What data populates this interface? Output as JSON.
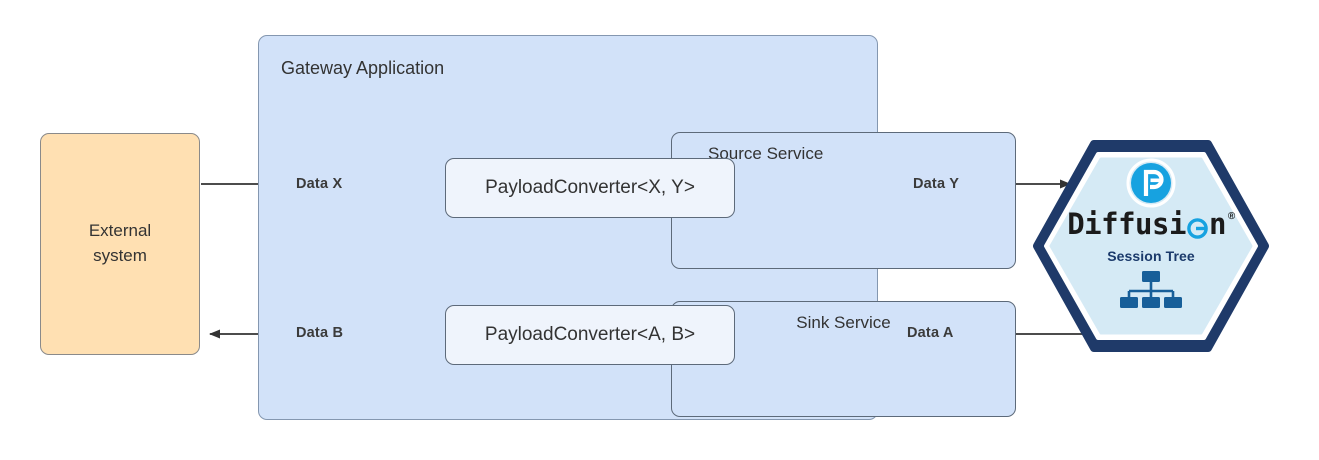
{
  "diagram": {
    "title": "Diffusion Gateway Application data flow",
    "colors": {
      "external_fill": "#ffe0b2",
      "external_stroke": "#8a8a8a",
      "gateway_fill": "#d2e2f9",
      "gateway_stroke": "#8497b0",
      "service_fill": "#d2e2f9",
      "service_stroke": "#5d6a7a",
      "converter_fill": "#eff4fc",
      "converter_stroke": "#5d6a7a",
      "hex_border": "#1f3a69",
      "hex_fill": "#d5eaf5",
      "diffusion_blue": "#17a2e0",
      "session_tree_blue": "#1b5f99",
      "edge_stroke": "#333333",
      "label_text": "#3b3b3b"
    }
  },
  "nodes": {
    "external_system": {
      "label_line1": "External",
      "label_line2": "system"
    },
    "gateway_application": {
      "title": "Gateway Application"
    },
    "source_service": {
      "title": "Source Service",
      "converter_label": "PayloadConverter<X, Y>"
    },
    "sink_service": {
      "title": "Sink Service",
      "converter_label": "PayloadConverter<A, B>"
    },
    "diffusion": {
      "wordmark_pre": "Diffusi",
      "wordmark_post": "n",
      "wordmark_registered": "®",
      "subtitle": "Session Tree",
      "logo_icon": "diffusion-p-icon",
      "tree_icon": "session-tree-icon"
    }
  },
  "edges": [
    {
      "id": "data-x",
      "label": "Data X",
      "from": "external_system",
      "to": "source_converter",
      "direction": "right"
    },
    {
      "id": "data-y",
      "label": "Data Y",
      "from": "source_converter",
      "to": "diffusion",
      "direction": "right"
    },
    {
      "id": "data-a",
      "label": "Data A",
      "from": "diffusion",
      "to": "sink_converter",
      "direction": "left"
    },
    {
      "id": "data-b",
      "label": "Data B",
      "from": "sink_converter",
      "to": "external_system",
      "direction": "left"
    }
  ]
}
